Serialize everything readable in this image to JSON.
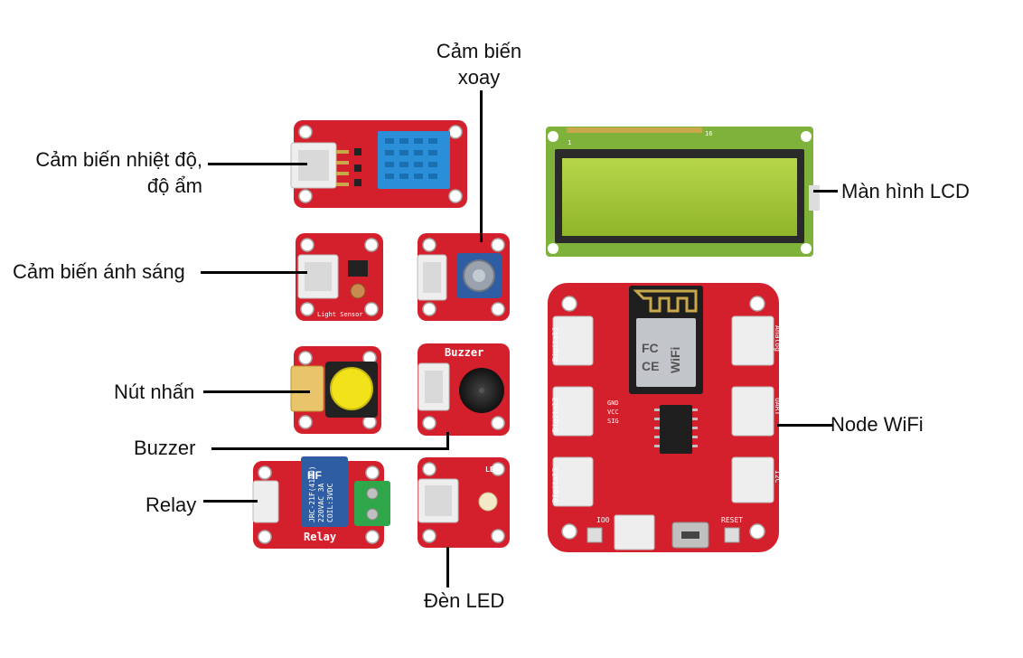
{
  "labels": {
    "temp_humidity": [
      "Cảm biến nhiệt độ,",
      "độ ẩm"
    ],
    "rotary": [
      "Cảm biến",
      "xoay"
    ],
    "light": "Cảm biến ánh sáng",
    "button": "Nút nhấn",
    "buzzer": "Buzzer",
    "relay": "Relay",
    "led": "Đèn LED",
    "lcd": "Màn hình LCD",
    "node_wifi": "Node WiFi"
  },
  "board_text": {
    "light_sensor": "Light Sensor",
    "buzzer": "Buzzer",
    "relay": "Relay",
    "led": "LED",
    "relay_brand": "HF",
    "relay_model": "JRC-21F(4100)",
    "relay_rating": "220VAC 3A",
    "relay_coil": "COIL:3VDC",
    "wifi_chip": "WiFi",
    "wifi_fcc": "FC",
    "wifi_ce": "CE",
    "wifi_reset": "RESET",
    "wifi_io0": "IO0",
    "wifi_digital1": "Digital1",
    "wifi_digital2": "Digital2",
    "wifi_digital3": "Digital3",
    "wifi_analog": "Analog",
    "wifi_uart": "UART",
    "wifi_i2c": "I2C",
    "lcd_pin_1": "1",
    "lcd_pin_16": "16",
    "gnd": "GND",
    "vcc": "VCC",
    "sig": "SIG"
  },
  "colors": {
    "board_red": "#d4202c",
    "board_red_dark": "#b3161f",
    "lcd_green_pcb": "#7fb23a",
    "lcd_screen": "#a6c832",
    "connector_white": "#eeeeee",
    "label_text": "#111111"
  }
}
